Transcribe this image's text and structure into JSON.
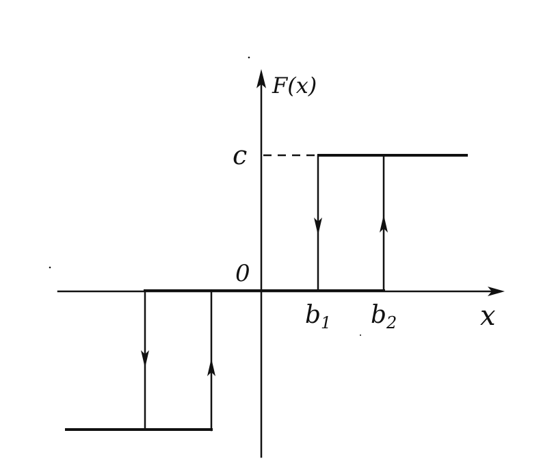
{
  "labels": {
    "y_axis": "F(x)",
    "x_axis": "x",
    "c": "c",
    "origin": "0",
    "b1": "b",
    "b1_sub": "1",
    "b2": "b",
    "b2_sub": "2"
  },
  "colors": {
    "ink": "#111111",
    "background": "#ffffff"
  }
}
